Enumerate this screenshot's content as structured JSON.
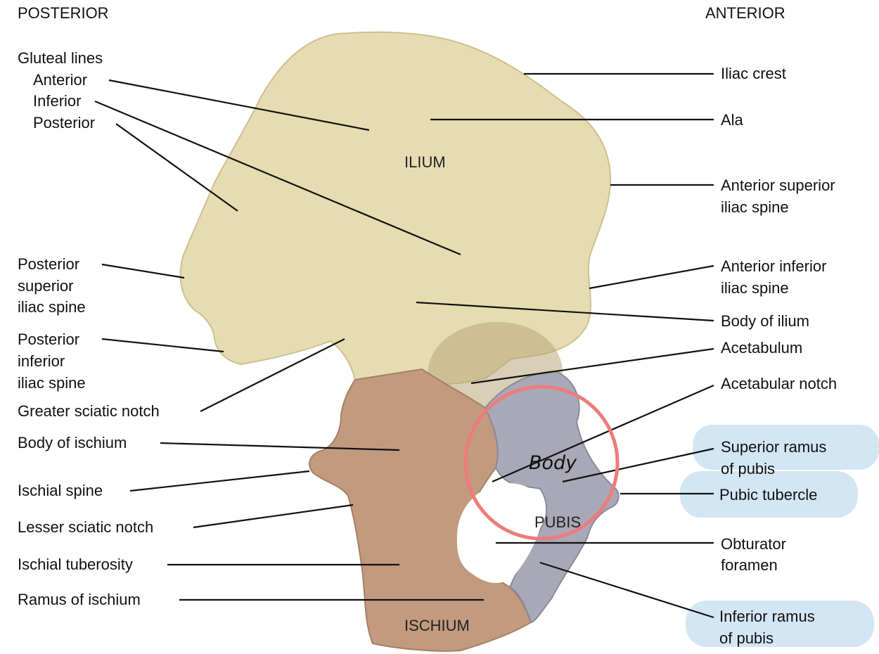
{
  "headers": {
    "posterior": "POSTERIOR",
    "anterior": "ANTERIOR"
  },
  "regions": {
    "ilium": "ILIUM",
    "pubis": "PUBIS",
    "ischium": "ISCHIUM"
  },
  "left_labels": {
    "gluteal_lines": "Gluteal lines",
    "anterior": "Anterior",
    "inferior": "Inferior",
    "posterior": "Posterior",
    "psis": [
      "Posterior",
      "superior",
      "iliac spine"
    ],
    "piis": [
      "Posterior",
      "inferior",
      "iliac spine"
    ],
    "greater_sciatic_notch": "Greater sciatic notch",
    "body_of_ischium": "Body of ischium",
    "ischial_spine": "Ischial spine",
    "lesser_sciatic_notch": "Lesser sciatic notch",
    "ischial_tuberosity": "Ischial tuberosity",
    "ramus_of_ischium": "Ramus of ischium"
  },
  "right_labels": {
    "iliac_crest": "Iliac crest",
    "ala": "Ala",
    "asis": [
      "Anterior superior",
      "iliac spine"
    ],
    "aiis": [
      "Anterior inferior",
      "iliac spine"
    ],
    "body_of_ilium": "Body of ilium",
    "acetabulum": "Acetabulum",
    "acetabular_notch": "Acetabular notch",
    "superior_ramus": [
      "Superior ramus",
      "of pubis"
    ],
    "pubic_tubercle": "Pubic tubercle",
    "obturator_foramen": [
      "Obturator",
      "foramen"
    ],
    "inferior_ramus": [
      "Inferior ramus",
      "of pubis"
    ]
  },
  "annotation": {
    "text": "Body"
  },
  "colors": {
    "ilium": "#e6dcb2",
    "ischium": "#c29a80",
    "pubis": "#a8a8b6",
    "circle": "#ee7b7b",
    "highlight": "#d3e6f4"
  }
}
